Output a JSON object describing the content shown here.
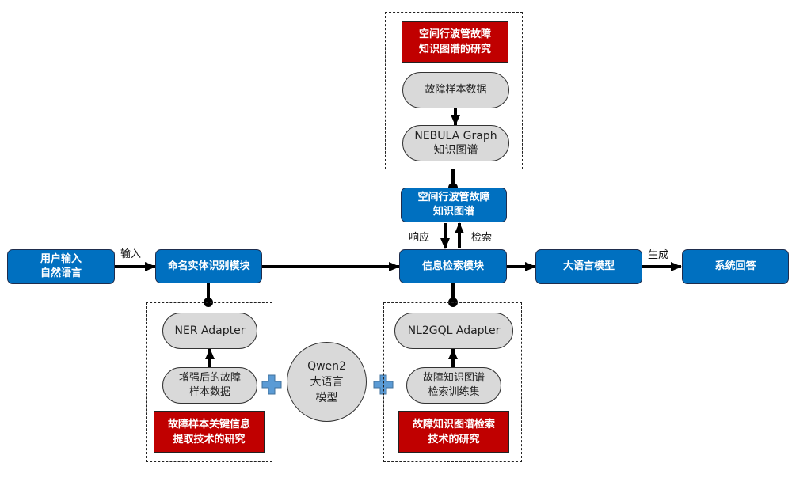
{
  "nodes": {
    "user_input": "用户输入\n自然语言",
    "ner_module": "命名实体识别模块",
    "info_retrieval": "信息检索模块",
    "llm": "大语言模型",
    "system_answer": "系统回答",
    "kg_blue": "空间行波管故障\n知识图谱"
  },
  "edge_labels": {
    "input": "输入",
    "generate": "生成",
    "response": "响应",
    "retrieve": "检索"
  },
  "top_group": {
    "title": "空间行波管故障\n知识图谱的研究",
    "fault_data": "故障样本数据",
    "nebula": "NEBULA Graph\n知识图谱"
  },
  "left_group": {
    "adapter": "NER Adapter",
    "data": "增强后的故障\n样本数据",
    "title": "故障样本关键信息\n提取技术的研究"
  },
  "right_group": {
    "adapter": "NL2GQL Adapter",
    "data": "故障知识图谱\n检索训练集",
    "title": "故障知识图谱检索\n技术的研究"
  },
  "center": {
    "qwen": "Qwen2\n大语言\n模型"
  },
  "colors": {
    "primary_blue": "#0070c0",
    "research_red": "#c00000",
    "pill_gray": "#d9d9d9",
    "plus_blue": "#5b9bd5"
  }
}
